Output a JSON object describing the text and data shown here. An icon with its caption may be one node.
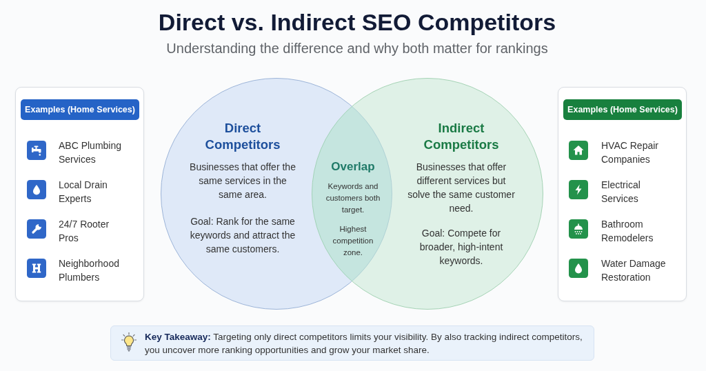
{
  "diagram": {
    "title": "Direct vs. Indirect SEO Competitors",
    "nodes": [
      {
        "text": [
          "Examples (Home Services)",
          "ABC Plumbing Services",
          "Local Drain Experts",
          "24/7 Rooter Pros",
          "Neighborhood Plumbers"
        ]
      },
      {
        "text": [
          "Direct Competitors",
          "Businesses that offer the same services in the same area.",
          "Goal: Rank for the same keywords and attract the same customers."
        ]
      },
      {
        "text": [
          "Overlap",
          "Keywords and customers both target.",
          "Highest competition zone."
        ]
      },
      {
        "text": [
          "Indirect Competitors",
          "Businesses that offer different services but solve the same customer need.",
          "Goal: Compete for broader, high-intent keywords."
        ]
      },
      {
        "text": [
          "Examples (Home Services)",
          "HVAC Repair Companies",
          "Electrical Services",
          "Bathroom Remodelers",
          "Water Damage Restoration"
        ]
      },
      {
        "text": [
          "**Key Takeaway:** Targeting only direct competitors limits your visibility. By also tracking indirect competitors, you uncover more ranking opportunities and grow your market share."
        ]
      }
    ],
    "labels": [
      "Understanding the difference and why both matter for rankings"
    ]
  }
}
